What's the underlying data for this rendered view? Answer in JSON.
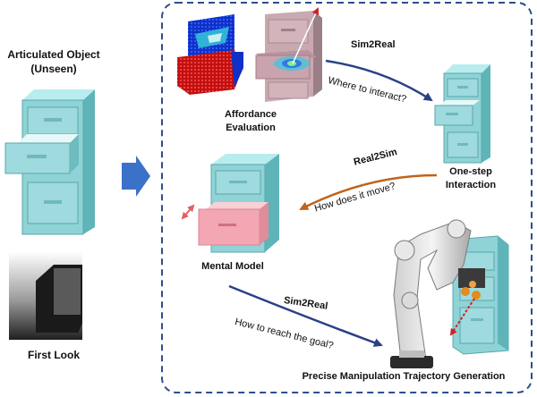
{
  "left_panel": {
    "title_line1": "Articulated Object",
    "title_line2": "(Unseen)",
    "first_look_label": "First Look"
  },
  "pipeline": {
    "affordance_line1": "Affordance",
    "affordance_line2": "Evaluation",
    "one_step_line1": "One-step",
    "one_step_line2": "Interaction",
    "mental_model": "Mental Model",
    "trajectory_generation": "Precise Manipulation Trajectory Generation"
  },
  "transitions": {
    "sim2real_top_tag": "Sim2Real",
    "sim2real_top_question": "Where to interact?",
    "real2sim_tag": "Real2Sim",
    "real2sim_question": "How does it move?",
    "sim2real_bottom_tag": "Sim2Real",
    "sim2real_bottom_question": "How to reach the goal?"
  },
  "colors": {
    "cabinet": "#8fd3d6",
    "cabinet_dark": "#5fb4b8",
    "mental_drawer": "#f2a7b3",
    "arrow_orange": "#c0631a",
    "arrow_navy": "#2b3f86",
    "arrow_blue": "#3a72c9",
    "dashed_border": "#2c4f8a"
  }
}
